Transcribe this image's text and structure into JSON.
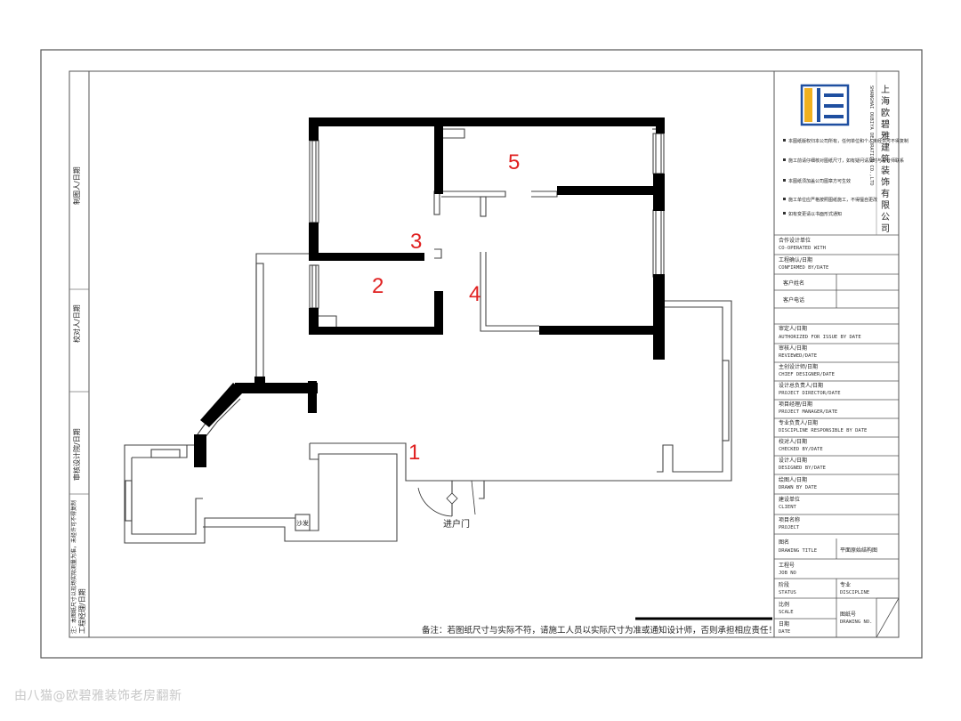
{
  "plan": {
    "room_labels": [
      "1",
      "2",
      "3",
      "4",
      "5"
    ],
    "entry_door_label": "进户门",
    "small_label": "沙发",
    "footer_note": "备注：若图纸尺寸与实际不符，请施工人员以实际尺寸为准或通知设计师，否则承担相应责任！"
  },
  "left_strip": {
    "fields": [
      "制图人/日期",
      "校对人/日期",
      "审核设计院/日期",
      "工程经理/日期",
      "注：本图纸尺寸以现场实际测量为准，未经许可不得复制"
    ]
  },
  "company": {
    "name_chars": [
      "上",
      "海",
      "欧",
      "碧",
      "雅",
      "建",
      "筑",
      "装",
      "饰",
      "有",
      "限",
      "公",
      "司"
    ],
    "english_vertical": "SHANGHAI OUBIYA DECORATION CO.,LTD",
    "notes": [
      "本图纸版权归本公司所有，任何单位和个人未经许可不得复制",
      "施工前请仔细核对图纸尺寸，如有疑问请及时与设计师联系",
      "本图纸须加盖公司图章方可生效",
      "施工单位应严格按照图纸施工，不得擅自更改",
      "如有变更请以书面形式通知"
    ]
  },
  "title_block": {
    "rows": [
      {
        "cn": "合作设计单位",
        "en": "CO-OPERATED WITH"
      },
      {
        "cn": "工程确认/日期",
        "en": "CONFIRMED BY/DATE"
      },
      {
        "cn": "客户姓名",
        "en": ""
      },
      {
        "cn": "客户电话",
        "en": ""
      },
      {
        "cn": "审定人/日期",
        "en": "AUTHORIZED FOR ISSUE BY DATE"
      },
      {
        "cn": "审核人/日期",
        "en": "REVIEWED/DATE"
      },
      {
        "cn": "主创设计师/日期",
        "en": "CHIEF DESIGNER/DATE"
      },
      {
        "cn": "设计总负责人/日期",
        "en": "PROJECT DIRECTOR/DATE"
      },
      {
        "cn": "项目经理/日期",
        "en": "PROJECT MANAGER/DATE"
      },
      {
        "cn": "专业负责人/日期",
        "en": "DISCIPLINE RESPONSIBLE BY DATE"
      },
      {
        "cn": "校对人/日期",
        "en": "CHECKED BY/DATE"
      },
      {
        "cn": "设计人/日期",
        "en": "DESIGNED BY/DATE"
      },
      {
        "cn": "绘图人/日期",
        "en": "DRAWN BY DATE"
      },
      {
        "cn": "建设单位",
        "en": "CLIENT"
      },
      {
        "cn": "项目名称",
        "en": "PROJECT"
      }
    ],
    "drawing_title_cn": "图名",
    "drawing_title_en": "DRAWING TITLE",
    "drawing_title_value": "平面原始结构图",
    "job_no_cn": "工程号",
    "job_no_en": "JOB NO",
    "status_cn": "阶段",
    "status_en": "STATUS",
    "discipline_cn": "专业",
    "discipline_en": "DISCIPLINE",
    "scale_cn": "比例",
    "scale_en": "SCALE",
    "drawing_no_cn": "图纸号",
    "drawing_no_en": "DRAWING NO.",
    "date_cn": "日期",
    "date_en": "DATE"
  },
  "watermark": "由八猫@欧碧雅装饰老房翻新",
  "colors": {
    "wall": "#000000",
    "line": "#555555",
    "label_red": "#e02020",
    "logo_blue": "#1f4fa0",
    "logo_yellow": "#f0b020"
  }
}
